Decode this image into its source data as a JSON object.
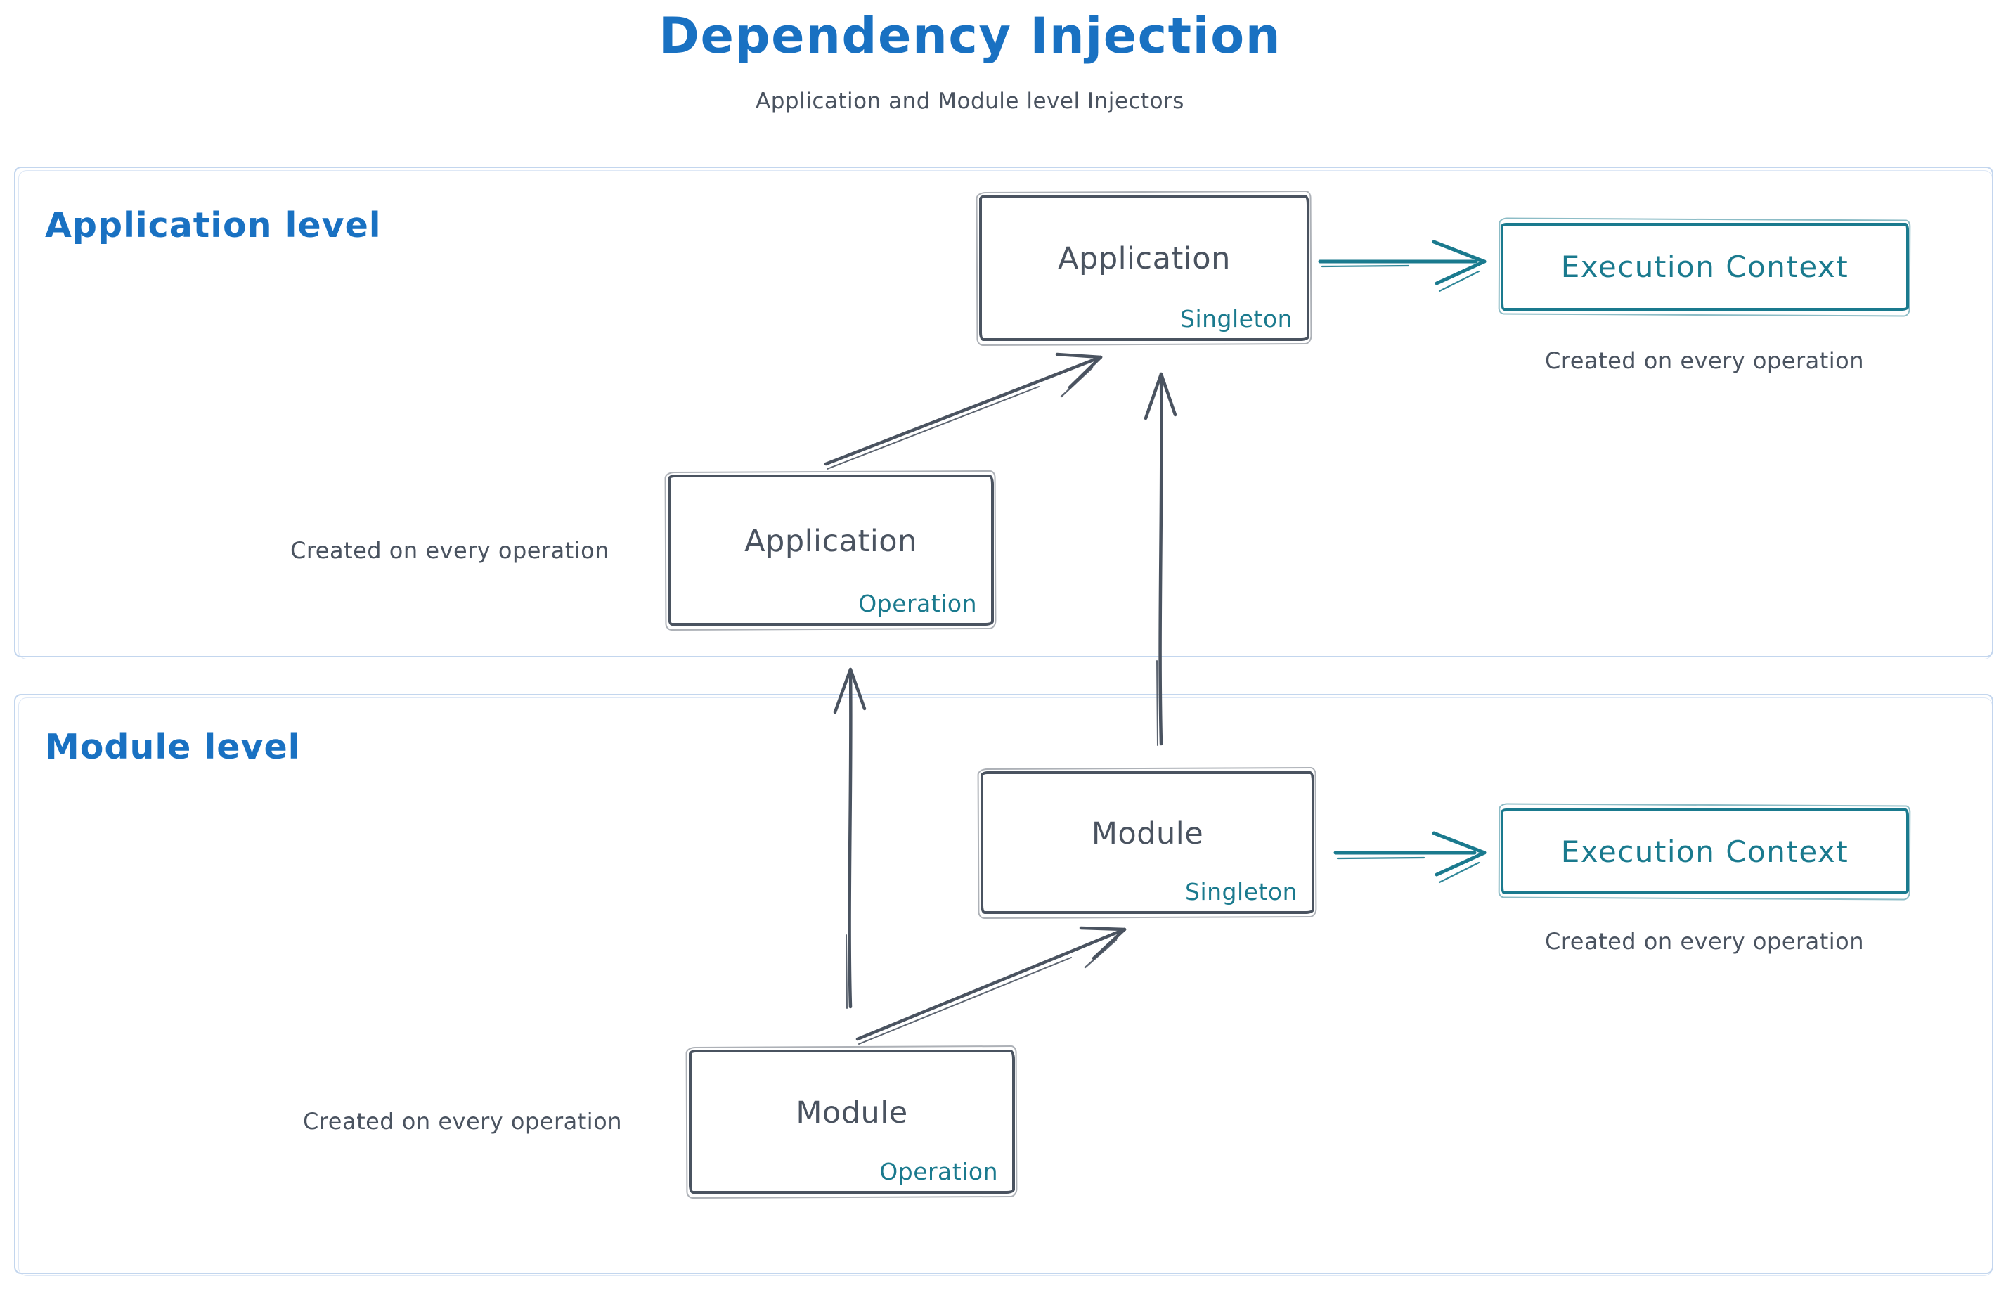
{
  "header": {
    "title": "Dependency Injection",
    "subtitle": "Application and Module level Injectors"
  },
  "colors": {
    "blue": "#1971c2",
    "slate": "#4a5360",
    "teal": "#1a7a8e",
    "light_blue": "#c3d6ee",
    "bg": "#ffffff"
  },
  "sections": {
    "application": {
      "label": "Application level",
      "singleton_box": {
        "title": "Application",
        "badge": "Singleton"
      },
      "operation_box": {
        "title": "Application",
        "badge": "Operation"
      },
      "operation_caption": "Created on every operation",
      "execution_context": {
        "title": "Execution Context",
        "caption": "Created on every operation"
      }
    },
    "module": {
      "label": "Module level",
      "singleton_box": {
        "title": "Module",
        "badge": "Singleton"
      },
      "operation_box": {
        "title": "Module",
        "badge": "Operation"
      },
      "operation_caption": "Created on every operation",
      "execution_context": {
        "title": "Execution Context",
        "caption": "Created on every operation"
      }
    }
  }
}
